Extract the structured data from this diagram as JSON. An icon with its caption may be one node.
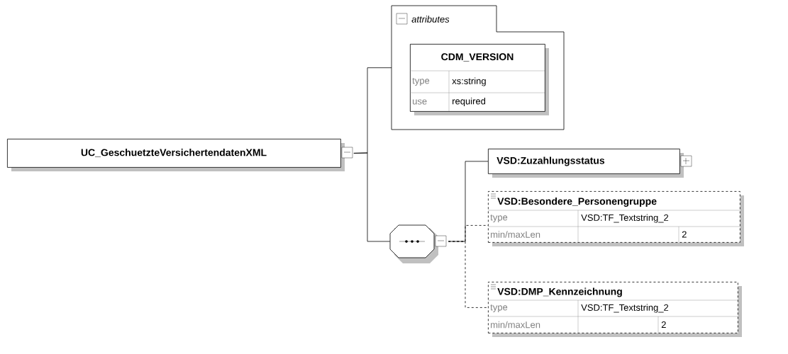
{
  "diagram": {
    "nodes": [
      {
        "text": [
          "UC_GeschuetzteVersichertendatenXML"
        ]
      },
      {
        "text": [
          "attributes"
        ]
      },
      {
        "text": [
          "CDM_VERSION",
          "type",
          "xs:string",
          "use",
          "required"
        ],
        "in": 1
      },
      {
        "text": [],
        "shape": "octagon"
      },
      {
        "text": [
          "VSD:Zuzahlungsstatus"
        ]
      },
      {
        "text": [
          "VSD:Besondere_Personengruppe",
          "type",
          "VSD:TF_Textstring_2",
          "min/maxLen",
          "2"
        ]
      },
      {
        "text": [
          "VSD:DMP_Kennzeichnung",
          "type",
          "VSD:TF_Textstring_2",
          "min/maxLen",
          "2"
        ]
      }
    ],
    "edges": [
      {
        "from": 0,
        "to": 1,
        "arrow": "none"
      },
      {
        "from": 0,
        "to": 3,
        "arrow": "none"
      },
      {
        "from": 3,
        "to": 4,
        "arrow": "none"
      },
      {
        "from": 3,
        "to": 5,
        "arrow": "none",
        "style": "dashed"
      },
      {
        "from": 3,
        "to": 6,
        "arrow": "none",
        "style": "dashed"
      }
    ]
  }
}
